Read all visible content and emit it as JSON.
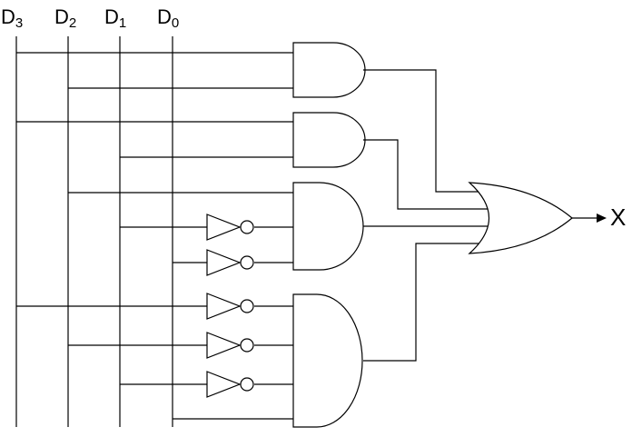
{
  "inputs": [
    {
      "letter": "D",
      "index": "3"
    },
    {
      "letter": "D",
      "index": "2"
    },
    {
      "letter": "D",
      "index": "1"
    },
    {
      "letter": "D",
      "index": "0"
    }
  ],
  "output": {
    "label": "X"
  },
  "gates": {
    "and": 4,
    "or": 1,
    "not": 5
  }
}
